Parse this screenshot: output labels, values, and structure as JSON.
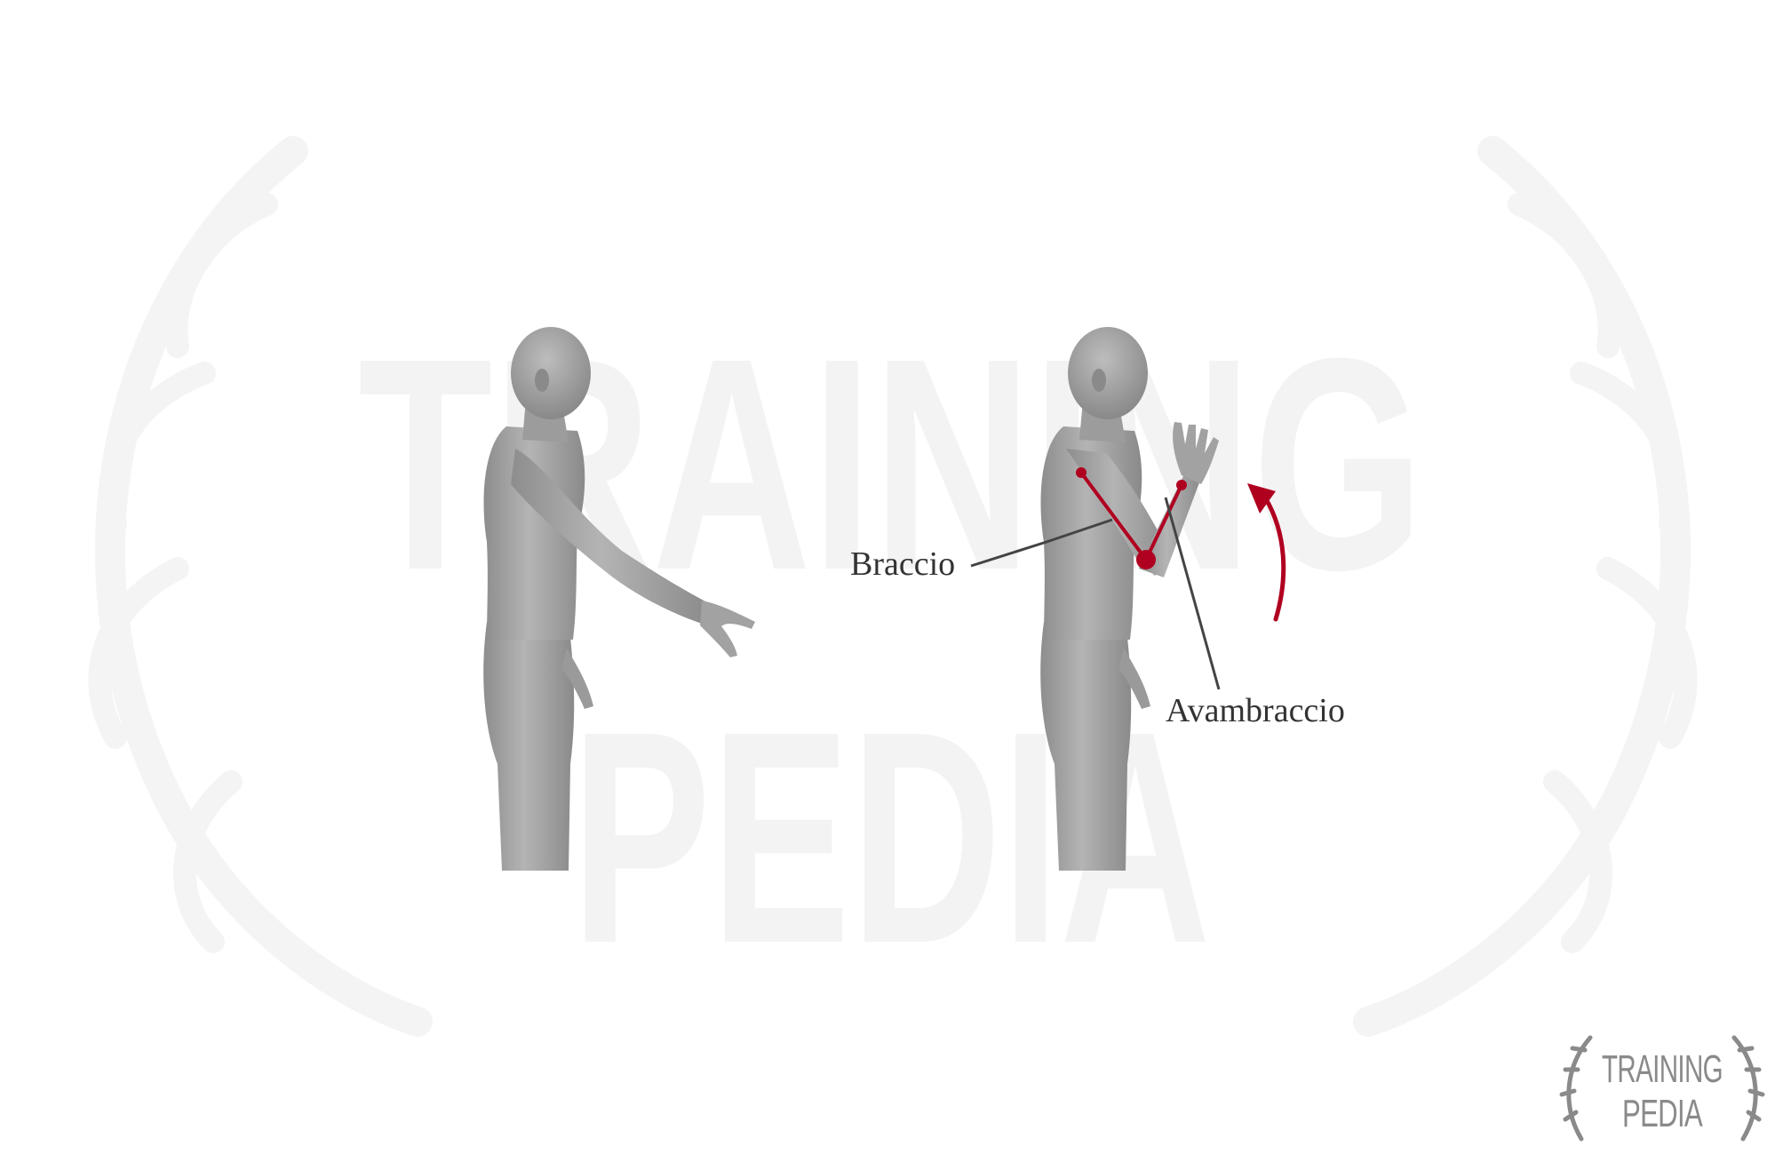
{
  "watermark": {
    "line1": "TRAINING",
    "line2": "PEDIA"
  },
  "labels": {
    "arm": "Braccio",
    "forearm": "Avambraccio"
  },
  "logo": {
    "line1": "TRAINING",
    "line2": "PEDIA"
  },
  "colors": {
    "accent": "#b00020",
    "figure": "#9a9a9a",
    "figure_shadow": "#7a7a7a",
    "watermark": "#f3f3f3",
    "logo": "#8a8a8a"
  },
  "icons": {
    "rotation_arrow": "curved-arrow-up",
    "logo_wreath": "laurel-wreath"
  }
}
